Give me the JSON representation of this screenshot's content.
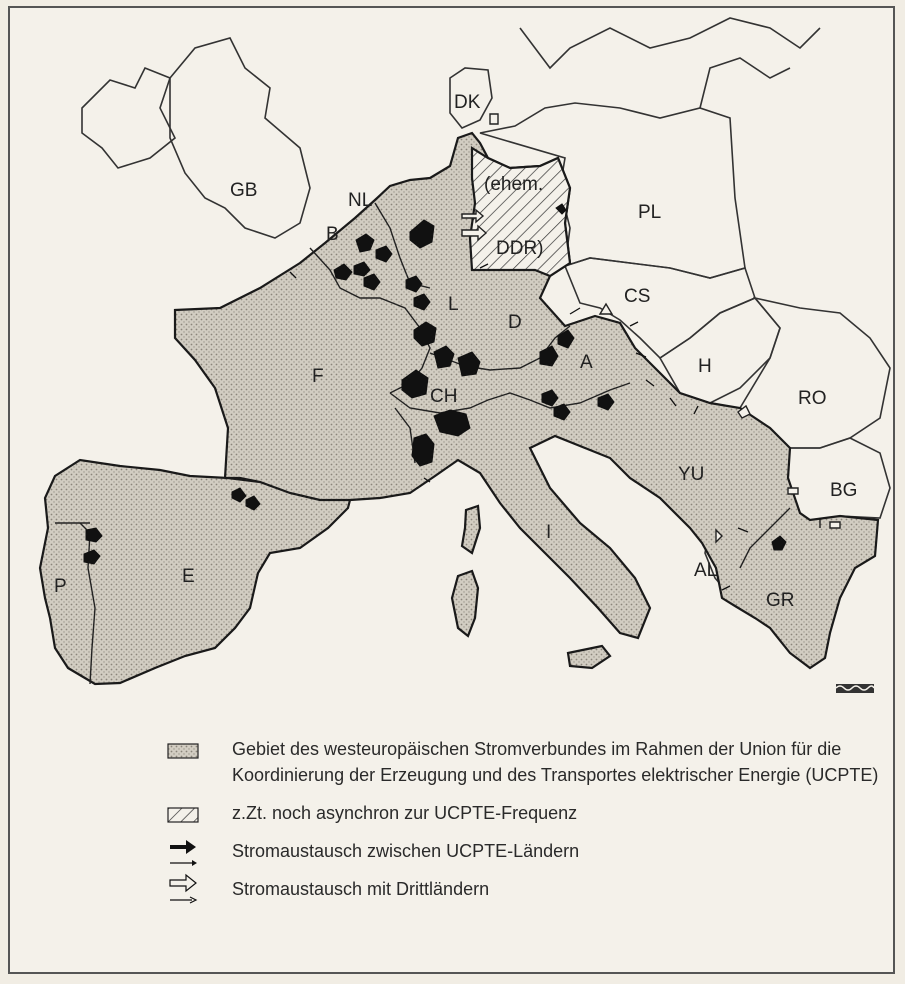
{
  "map": {
    "country_labels": [
      {
        "code": "DK"
      },
      {
        "code": "GB"
      },
      {
        "code": "NL"
      },
      {
        "code": "(ehem."
      },
      {
        "code": "PL"
      },
      {
        "code": "B"
      },
      {
        "code": "DDR)"
      },
      {
        "code": "L"
      },
      {
        "code": "D"
      },
      {
        "code": "CS"
      },
      {
        "code": "F"
      },
      {
        "code": "A"
      },
      {
        "code": "H"
      },
      {
        "code": "CH"
      },
      {
        "code": "RO"
      },
      {
        "code": "YU"
      },
      {
        "code": "BG"
      },
      {
        "code": "I"
      },
      {
        "code": "E"
      },
      {
        "code": "P"
      },
      {
        "code": "AL"
      },
      {
        "code": "GR"
      }
    ],
    "colors": {
      "ucpte_fill": "#c9c4b8",
      "outline": "#222222",
      "paper": "#f4f1ea"
    }
  },
  "legend": {
    "ucpte_area": "Gebiet des westeuropäischen Stromverbundes im Rahmen der Union für die Koordinierung der Erzeugung und des Transportes elektrischer Energie (UCPTE)",
    "asynchronous": "z.Zt. noch asynchron zur UCPTE-Frequenz",
    "ucpte_exchange": "Stromaustausch zwischen UCPTE-Ländern",
    "third_country_exchange": "Stromaustausch mit Drittländern"
  }
}
